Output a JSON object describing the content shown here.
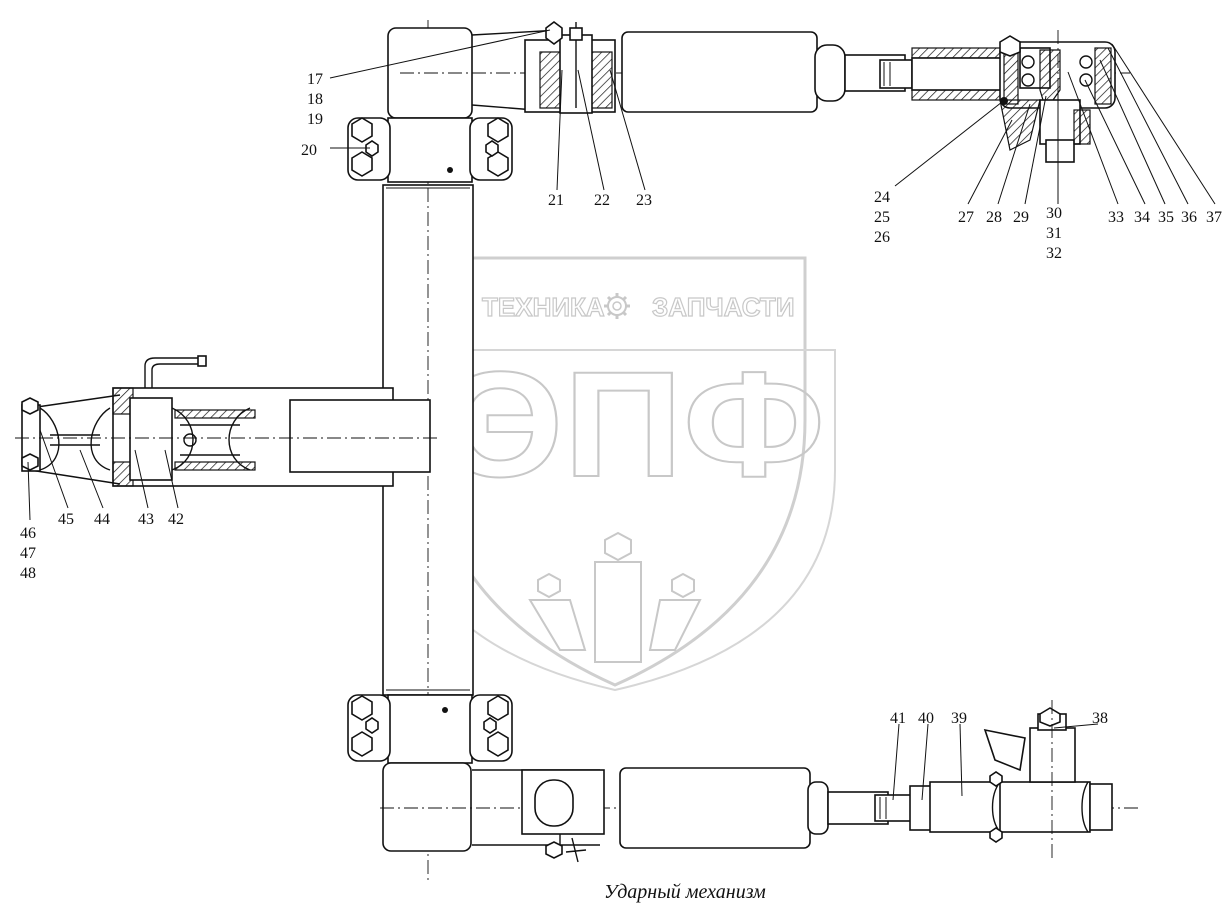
{
  "caption": "Ударный механизм",
  "watermark": {
    "top_text_left": "ТЕХНИКА",
    "top_text_right": "ЗАПЧАСТИ",
    "big_text": "ЭПФ",
    "gear_icon": "gear-icon",
    "wheat_icon": "wheat-icon"
  },
  "callouts": {
    "c17": "17",
    "c18": "18",
    "c19": "19",
    "c20": "20",
    "c21": "21",
    "c22": "22",
    "c23": "23",
    "c24": "24",
    "c25": "25",
    "c26": "26",
    "c27": "27",
    "c28": "28",
    "c29": "29",
    "c30": "30",
    "c31": "31",
    "c32": "32",
    "c33": "33",
    "c34": "34",
    "c35": "35",
    "c36": "36",
    "c37": "37",
    "c38": "38",
    "c39": "39",
    "c40": "40",
    "c41": "41",
    "c42": "42",
    "c43": "43",
    "c44": "44",
    "c45": "45",
    "c46": "46",
    "c47": "47",
    "c48": "48"
  }
}
